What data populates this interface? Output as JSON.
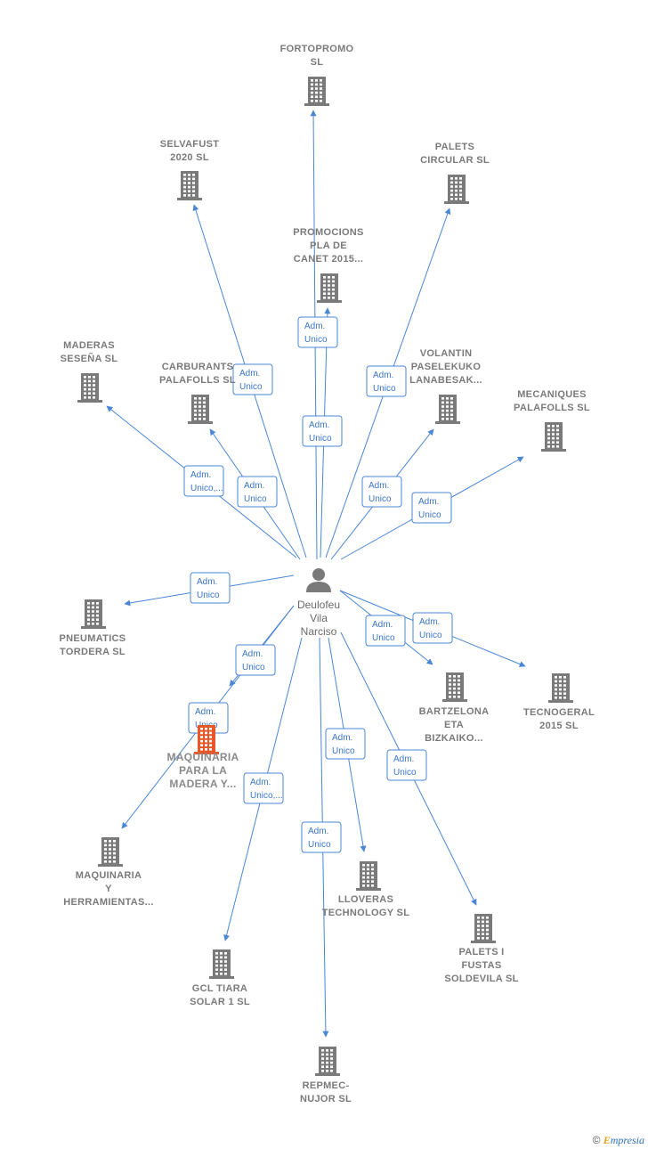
{
  "center": {
    "label_lines": [
      "Deulofeu",
      "Vila",
      "Narciso"
    ],
    "icon": "person-icon"
  },
  "nodes": [
    {
      "id": "fortopromo",
      "lines": [
        "FORTOPROMO",
        "SL"
      ],
      "color": "#7a7a7a"
    },
    {
      "id": "selvafust",
      "lines": [
        "SELVAFUST",
        "2020  SL"
      ],
      "color": "#7a7a7a"
    },
    {
      "id": "palets-circular",
      "lines": [
        "PALETS",
        "CIRCULAR  SL"
      ],
      "color": "#7a7a7a"
    },
    {
      "id": "promocions",
      "lines": [
        "PROMOCIONS",
        "PLA DE",
        "CANET 2015..."
      ],
      "color": "#7a7a7a"
    },
    {
      "id": "maderas-sesena",
      "lines": [
        "MADERAS",
        "SESEÑA  SL"
      ],
      "color": "#7a7a7a"
    },
    {
      "id": "carburants",
      "lines": [
        "CARBURANTS",
        "PALAFOLLS  SL"
      ],
      "color": "#7a7a7a"
    },
    {
      "id": "volantin",
      "lines": [
        "VOLANTIN",
        "PASELEKUKO",
        "LANABESAK..."
      ],
      "color": "#7a7a7a"
    },
    {
      "id": "mecaniques",
      "lines": [
        "MECANIQUES",
        "PALAFOLLS  SL"
      ],
      "color": "#7a7a7a"
    },
    {
      "id": "pneumatics",
      "lines": [
        "PNEUMATICS",
        "TORDERA SL"
      ],
      "color": "#7a7a7a"
    },
    {
      "id": "bartzelona",
      "lines": [
        "BARTZELONA",
        "ETA",
        "BIZKAIKO..."
      ],
      "color": "#7a7a7a"
    },
    {
      "id": "tecnogeral",
      "lines": [
        "TECNOGERAL",
        "2015  SL"
      ],
      "color": "#7a7a7a"
    },
    {
      "id": "maquinaria-madera",
      "lines": [
        "MAQUINARIA",
        "PARA LA",
        "MADERA Y..."
      ],
      "color": "#e8572a"
    },
    {
      "id": "maquinaria-herr",
      "lines": [
        "MAQUINARIA",
        "Y",
        "HERRAMIENTAS..."
      ],
      "color": "#7a7a7a"
    },
    {
      "id": "lloveras",
      "lines": [
        "LLOVERAS",
        "TECHNOLOGY SL"
      ],
      "color": "#7a7a7a"
    },
    {
      "id": "gcl",
      "lines": [
        "GCL TIARA",
        "SOLAR 1  SL"
      ],
      "color": "#7a7a7a"
    },
    {
      "id": "palets-fustas",
      "lines": [
        "PALETS I",
        "FUSTAS",
        "SOLDEVILA  SL"
      ],
      "color": "#7a7a7a"
    },
    {
      "id": "repmec",
      "lines": [
        "REPMEC-",
        "NUJOR SL"
      ],
      "color": "#7a7a7a"
    }
  ],
  "edges": [
    {
      "to": "fortopromo",
      "lines": [
        "Adm.",
        "Unico"
      ]
    },
    {
      "to": "selvafust",
      "lines": [
        "Adm.",
        "Unico"
      ]
    },
    {
      "to": "palets-circular",
      "lines": [
        "Adm.",
        "Unico"
      ]
    },
    {
      "to": "promocions",
      "lines": [
        "Adm.",
        "Unico"
      ]
    },
    {
      "to": "maderas-sesena",
      "lines": [
        "Adm.",
        "Unico,..."
      ]
    },
    {
      "to": "carburants",
      "lines": [
        "Adm.",
        "Unico"
      ]
    },
    {
      "to": "volantin",
      "lines": [
        "Adm.",
        "Unico"
      ]
    },
    {
      "to": "mecaniques",
      "lines": [
        "Adm.",
        "Unico"
      ]
    },
    {
      "to": "pneumatics",
      "lines": [
        "Adm.",
        "Unico"
      ]
    },
    {
      "to": "bartzelona",
      "lines": [
        "Adm.",
        "Unico"
      ]
    },
    {
      "to": "tecnogeral",
      "lines": [
        "Adm.",
        "Unico"
      ]
    },
    {
      "to": "maquinaria-madera",
      "lines": [
        "Adm.",
        "Unico"
      ]
    },
    {
      "to": "maquinaria-herr",
      "lines": [
        "Adm.",
        "Unico"
      ]
    },
    {
      "to": "lloveras",
      "lines": [
        "Adm.",
        "Unico"
      ]
    },
    {
      "to": "gcl",
      "lines": [
        "Adm.",
        "Unico,..."
      ]
    },
    {
      "to": "palets-fustas",
      "lines": [
        "Adm.",
        "Unico"
      ]
    },
    {
      "to": "repmec",
      "lines": [
        "Adm.",
        "Unico"
      ]
    }
  ],
  "colors": {
    "edge": "#4a86d4",
    "building": "#7a7a7a",
    "highlight": "#e8572a"
  },
  "footer": {
    "copyright": "©",
    "brand_first": "E",
    "brand_rest": "mpresia"
  }
}
